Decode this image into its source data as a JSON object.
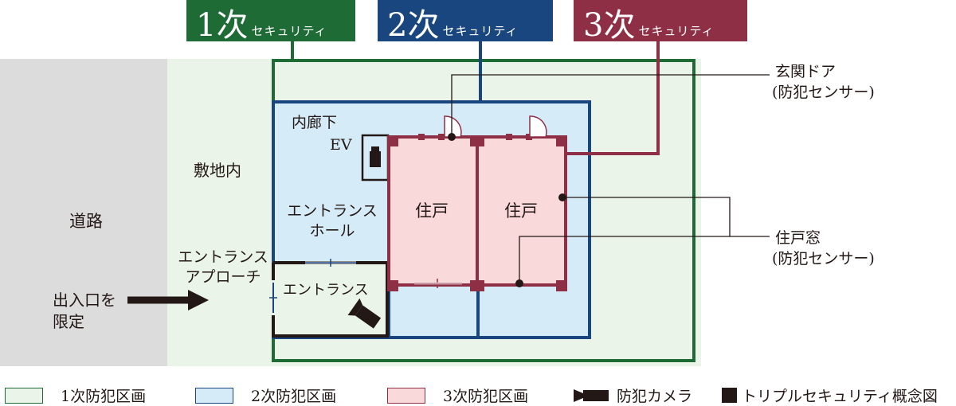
{
  "security_tags": [
    {
      "num": "1次",
      "word": "セキュリティ",
      "color": "#1e6b36"
    },
    {
      "num": "2次",
      "word": "セキュリティ",
      "color": "#1a4680"
    },
    {
      "num": "3次",
      "word": "セキュリティ",
      "color": "#8f2f45"
    }
  ],
  "labels": {
    "road": "道路",
    "site": "敷地内",
    "corridor": "内廊下",
    "ev": "EV",
    "entrance_hall_1": "エントランス",
    "entrance_hall_2": "ホール",
    "entrance_approach_1": "エントランス",
    "entrance_approach_2": "アプローチ",
    "entrance": "エントランス",
    "unit_1": "住戸",
    "unit_2": "住戸",
    "gate_1": "出入口を",
    "gate_2": "限定",
    "front_door_1": "玄関ドア",
    "front_door_2": "(防犯センサー)",
    "window_1": "住戸窓",
    "window_2": "(防犯センサー)"
  },
  "legend": [
    {
      "label": "1次防犯区画",
      "fill": "#eaf4e8",
      "stroke": "#1e6b36"
    },
    {
      "label": "2次防犯区画",
      "fill": "#d6ebf8",
      "stroke": "#1a4680"
    },
    {
      "label": "3次防犯区画",
      "fill": "#f9d9da",
      "stroke": "#8f2f45"
    },
    {
      "label": "防犯カメラ",
      "icon": "camera-icon"
    },
    {
      "label": "トリプルセキュリティ概念図",
      "icon": "black-square-icon"
    }
  ],
  "colors": {
    "road": "#dcdcdc",
    "site": "#eaf4e8",
    "zone1_border": "#1e6b36",
    "zone2_fill": "#d6ebf8",
    "zone2_border": "#1a4680",
    "zone3_fill": "#f9d9da",
    "zone3_border": "#8f2f45",
    "ink": "#231815"
  }
}
